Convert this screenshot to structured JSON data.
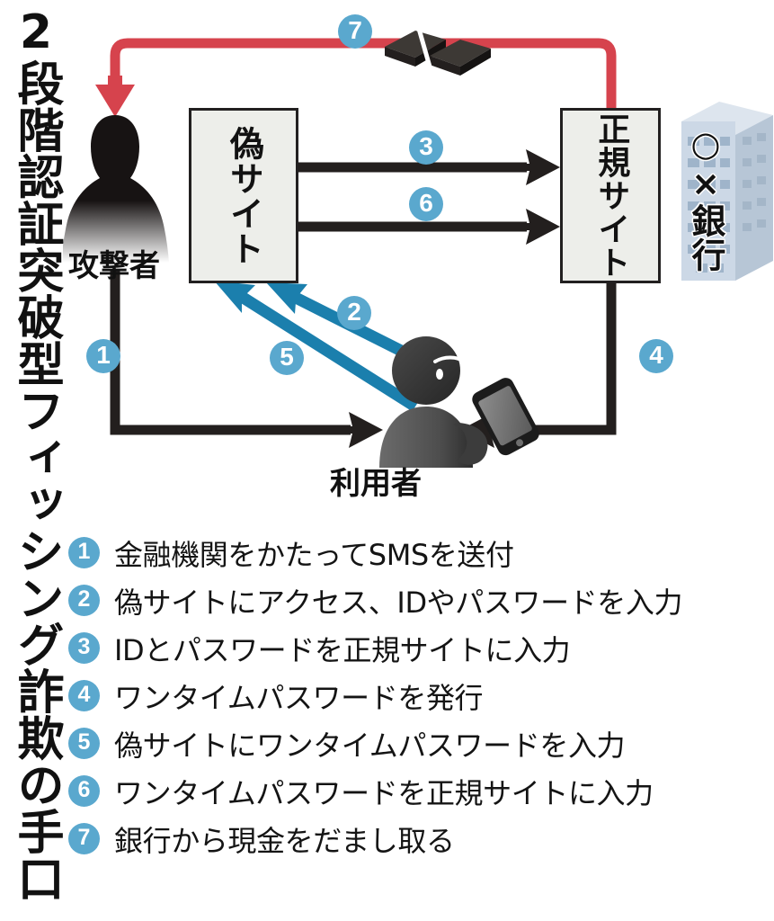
{
  "title": {
    "vertical_text": "2段階認証突破型フィッシング詐欺の手口"
  },
  "diagram": {
    "nodes": {
      "attacker_label": "攻撃者",
      "fake_site_label": "偽サイト",
      "real_site_label": "正規サイト",
      "bank_label": "○×銀行",
      "user_label": "利用者"
    },
    "step_badges": {
      "s1": "1",
      "s2": "2",
      "s3": "3",
      "s4": "4",
      "s5": "5",
      "s6": "6",
      "s7": "7"
    },
    "colors": {
      "accent_blue": "#5aa8ce",
      "money_red": "#d6434d",
      "flow_black": "#231f1e",
      "box_fill": "#edeeea",
      "box_border": "#222020",
      "bank_building": "#c9d5e2",
      "user_gray": "#555555"
    },
    "icon_names": {
      "attacker": "attacker-silhouette-icon",
      "user": "user-with-smartphone-icon",
      "bank": "bank-building-icon",
      "money": "cash-bundle-icon"
    }
  },
  "legend": {
    "items": [
      {
        "number": "1",
        "text": "金融機関をかたってSMSを送付"
      },
      {
        "number": "2",
        "text": "偽サイトにアクセス、IDやパスワードを入力"
      },
      {
        "number": "3",
        "text": "IDとパスワードを正規サイトに入力"
      },
      {
        "number": "4",
        "text": "ワンタイムパスワードを発行"
      },
      {
        "number": "5",
        "text": "偽サイトにワンタイムパスワードを入力"
      },
      {
        "number": "6",
        "text": "ワンタイムパスワードを正規サイトに入力"
      },
      {
        "number": "7",
        "text": "銀行から現金をだまし取る"
      }
    ]
  }
}
